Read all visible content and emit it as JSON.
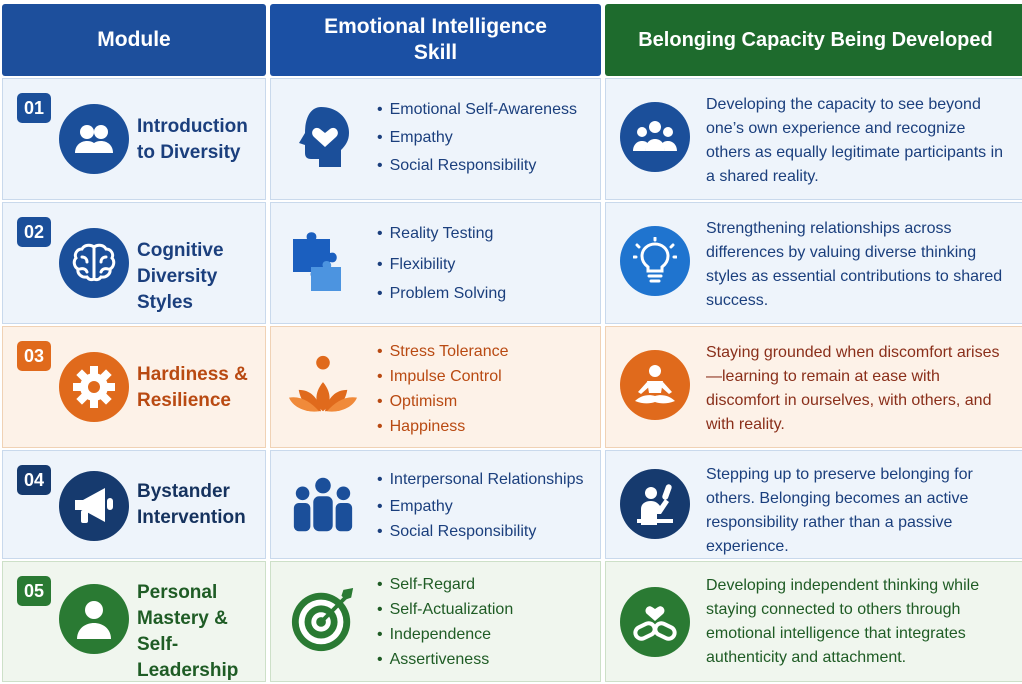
{
  "headers": {
    "module": "Module",
    "skill": "Emotional Intelligence Skill",
    "belonging": "Belonging Capacity Being Developed"
  },
  "rows": [
    {
      "num": "01",
      "module": "Introduction to Diversity",
      "module_icon": "people-group-icon",
      "skill_icon": "head-heart-icon",
      "skills": [
        "Emotional Self-Awareness",
        "Empathy",
        "Social Responsibility"
      ],
      "belonging_icon": "community-icon",
      "belonging": "Developing the capacity to see beyond one’s own experience and recognize others as equally legitimate participants in a shared reality."
    },
    {
      "num": "02",
      "module": "Cognitive Diversity Styles",
      "module_icon": "brain-icon",
      "skill_icon": "puzzle-icon",
      "skills": [
        "Reality Testing",
        "Flexibility",
        "Problem Solving"
      ],
      "belonging_icon": "lightbulb-icon",
      "belonging": "Strengthening relationships across differences by valuing diverse thinking styles as essential contributions to shared success."
    },
    {
      "num": "03",
      "module": "Hardiness & Resilience",
      "module_icon": "gear-icon",
      "skill_icon": "lotus-person-icon",
      "skills": [
        "Stress Tolerance",
        "Impulse Control",
        "Optimism",
        "Happiness"
      ],
      "belonging_icon": "meditation-icon",
      "belonging": "Staying grounded when discomfort arises—learning to remain at ease with discomfort in ourselves, with others, and with reality."
    },
    {
      "num": "04",
      "module": "Bystander Intervention",
      "module_icon": "megaphone-icon",
      "skill_icon": "team-icon",
      "skills": [
        "Interpersonal Relationships",
        "Empathy",
        "Social Responsibility"
      ],
      "belonging_icon": "raised-hand-icon",
      "belonging": "Stepping up to preserve belonging for others. Belonging becomes an active responsibility rather than a passive experience."
    },
    {
      "num": "05",
      "module": "Personal Mastery & Self-Leadership",
      "module_icon": "person-icon",
      "skill_icon": "target-icon",
      "skills": [
        "Self-Regard",
        "Self-Actualization",
        "Independence",
        "Assertiveness"
      ],
      "belonging_icon": "heart-link-icon",
      "belonging": "Developing independent thinking while staying connected to others through emotional intelligence that integrates authenticity and attachment."
    }
  ],
  "colors": {
    "blue": "#1b4f9a",
    "orange": "#e06a1c",
    "green": "#2a7a33",
    "navy": "#163a6e"
  }
}
